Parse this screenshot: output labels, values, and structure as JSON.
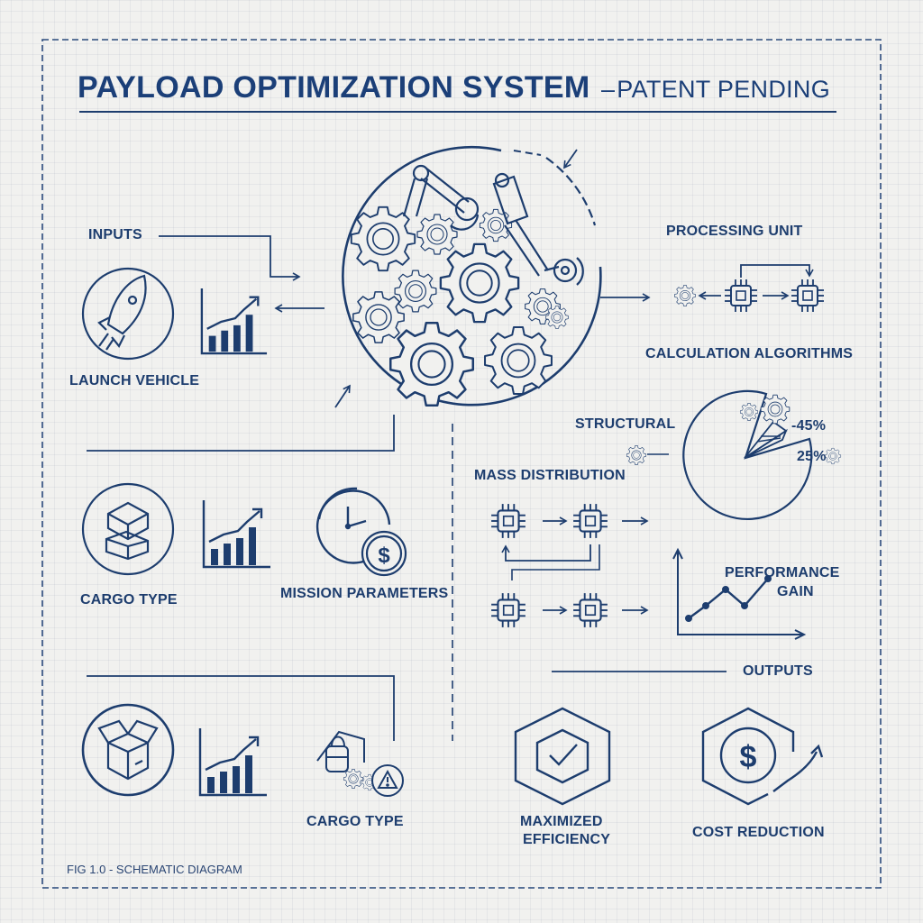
{
  "title": {
    "main": "PAYLOAD OPTIMIZATION SYSTEM",
    "dash": "–",
    "sub": "PATENT PENDING"
  },
  "caption": "FIG 1.0 - SCHEMATIC DIAGRAM",
  "labels": {
    "inputs": "INPUTS",
    "launch_vehicle": "LAUNCH VEHICLE",
    "cargo_type_1": "CARGO TYPE",
    "mission_parameters": "MISSION PARAMETERS",
    "cargo_type_2": "CARGO TYPE",
    "processing_unit": "PROCESSING UNIT",
    "calculation_algorithms": "CALCULATION ALGORITHMS",
    "structural": "STRUCTURAL",
    "mass_distribution": "MASS DISTRIBUTION",
    "performance": "PERFORMANCE",
    "gain": "GAIN",
    "outputs": "OUTPUTS",
    "maximized_line1": "MAXIMIZED",
    "maximized_line2": "EFFICIENCY",
    "cost_reduction": "COST REDUCTION"
  },
  "pie": {
    "label_1": "-45%",
    "label_2": "25%"
  },
  "icons": {
    "rocket": "rocket-icon",
    "boxes": "stacked-boxes-icon",
    "clock": "clock-icon",
    "dollar": "dollar-icon",
    "open_box": "open-box-icon",
    "warning": "warning-icon",
    "chip": "chip-icon",
    "gear": "gear-icon",
    "bar_chart": "bar-chart-icon",
    "hexagon_check": "hexagon-check-icon",
    "hexagon_dollar": "hexagon-dollar-icon"
  },
  "colors": {
    "ink": "#1d3d6e",
    "paper": "#f1f1ef"
  }
}
